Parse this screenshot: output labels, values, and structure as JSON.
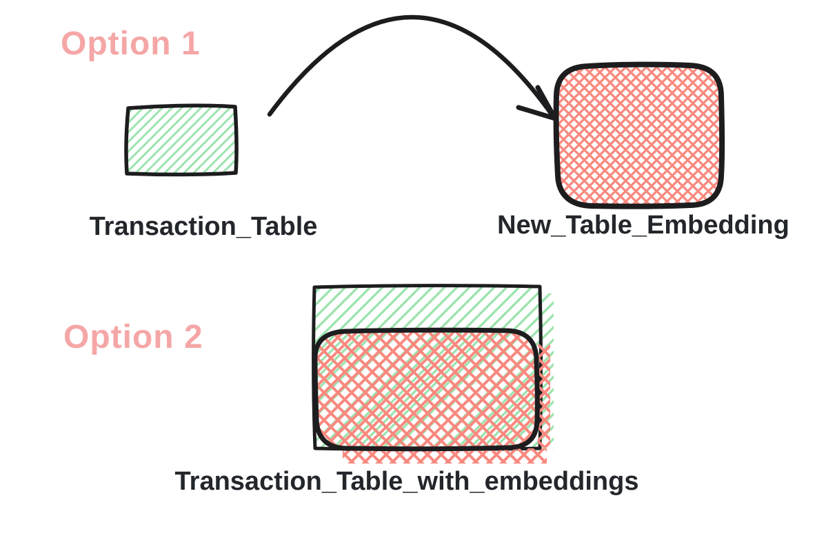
{
  "option1": {
    "heading": "Option 1",
    "source_label": "Transaction_Table",
    "target_label": "New_Table_Embedding"
  },
  "option2": {
    "heading": "Option 2",
    "label": "Transaction_Table_with_embeddings"
  },
  "colors": {
    "pink": "#f5a6a6",
    "green": "#9ce4ae",
    "red": "#f8897f",
    "ink": "#1d1d1f",
    "text": "#23262b"
  }
}
